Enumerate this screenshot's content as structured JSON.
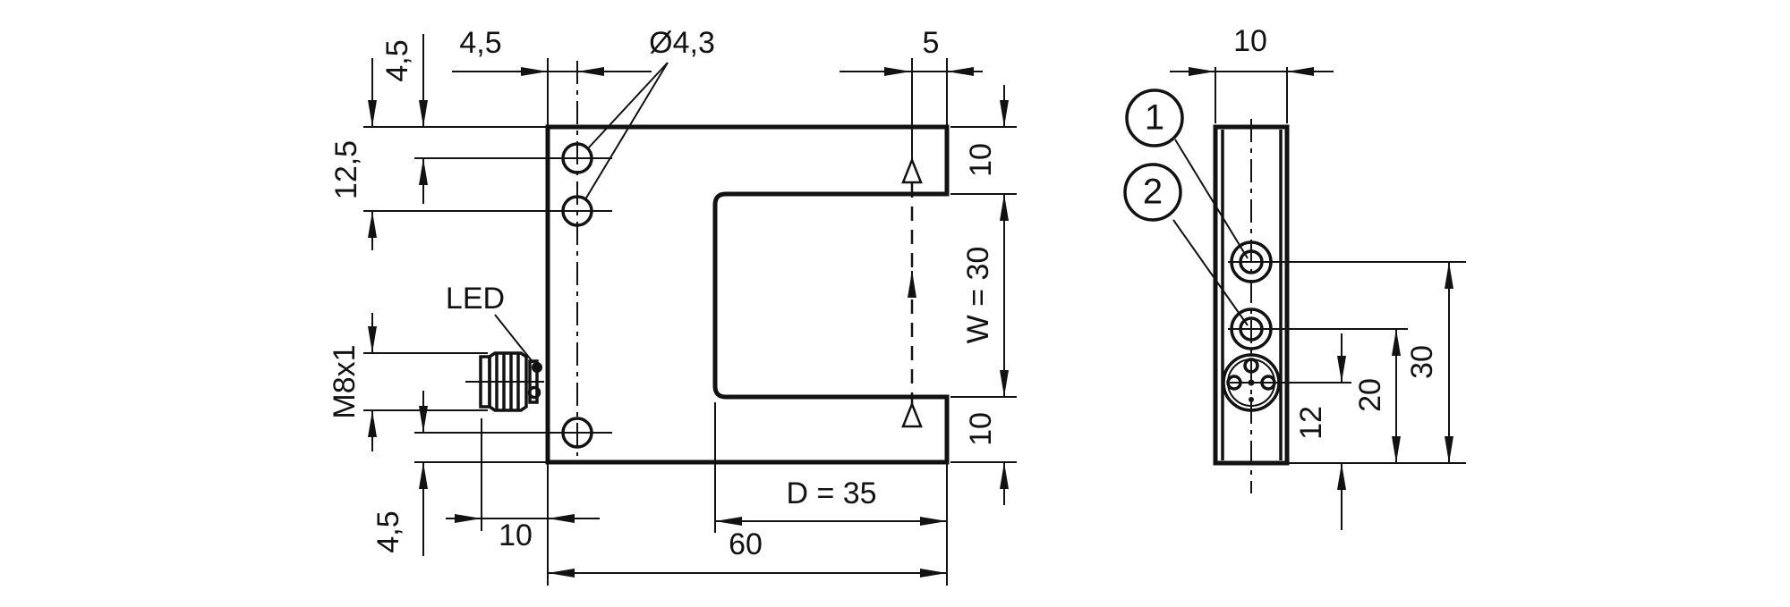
{
  "drawing_type": "technical-dimension-drawing",
  "part": "fork-light-barrier-sensor",
  "colors": {
    "ink": "#121212",
    "background": "#ffffff"
  },
  "front": {
    "labels": {
      "hole1_from_top": "4,5",
      "holes_from_left": "4,5",
      "hole_diameter": "Ø4,3",
      "axis_from_right": "5",
      "hole2_from_top": "12,5",
      "led": "LED",
      "connector_thread": "M8x1",
      "hole3_from_bottom": "4,5",
      "connector_length": "10",
      "slot_depth": "D = 35",
      "body_width": "60",
      "top_arm": "10",
      "slot_width": "W = 30",
      "bottom_arm": "10"
    }
  },
  "side": {
    "labels": {
      "body_thickness": "10",
      "balloon_led_1": "1",
      "balloon_led_2": "2",
      "led1_from_bottom": "30",
      "led2_from_bottom": "20",
      "connector_from_bottom": "12"
    }
  }
}
